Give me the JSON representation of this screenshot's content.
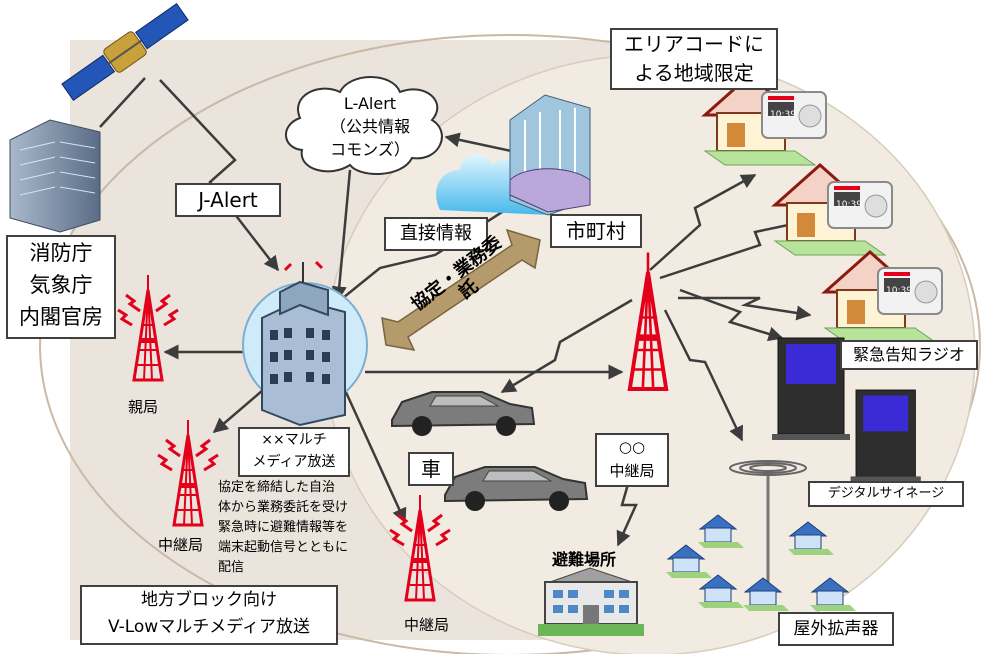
{
  "labels": {
    "area_code": "エリアコードに\nよる地域限定",
    "l_alert": "L-Alert\n（公共情報\nコモンズ）",
    "j_alert": "J-Alert",
    "senders": "消防庁\n気象庁\n内閣官房",
    "direct_info": "直接情報",
    "municipality": "市町村",
    "agreement": "協定・業務委託",
    "parent_station": "親局",
    "multimedia_broadcaster": "××マルチ\nメディア放送",
    "relay_station_left": "中継局",
    "relay_station_bottom": "中継局",
    "relay_station_center": "○○\n中継局",
    "car": "車",
    "shelter": "避難場所",
    "emergency_radio": "緊急告知ラジオ",
    "digital_signage": "デジタルサイネージ",
    "outdoor_speaker": "屋外拡声器",
    "description": "協定を締結した自治\n体から業務委託を受け\n緊急時に避難情報等を\n端末起動信号とともに\n配信",
    "title": "地方ブロック向け\nV-Lowマルチメディア放送"
  },
  "radio_display": "10:39",
  "colors": {
    "tower_red": "#e3001b",
    "arrow_brown": "#b59a6b",
    "area_beige": "#ebe4dd",
    "ellipse_beige": "#f2ebe2",
    "screen_blue": "#3b2bd6"
  }
}
